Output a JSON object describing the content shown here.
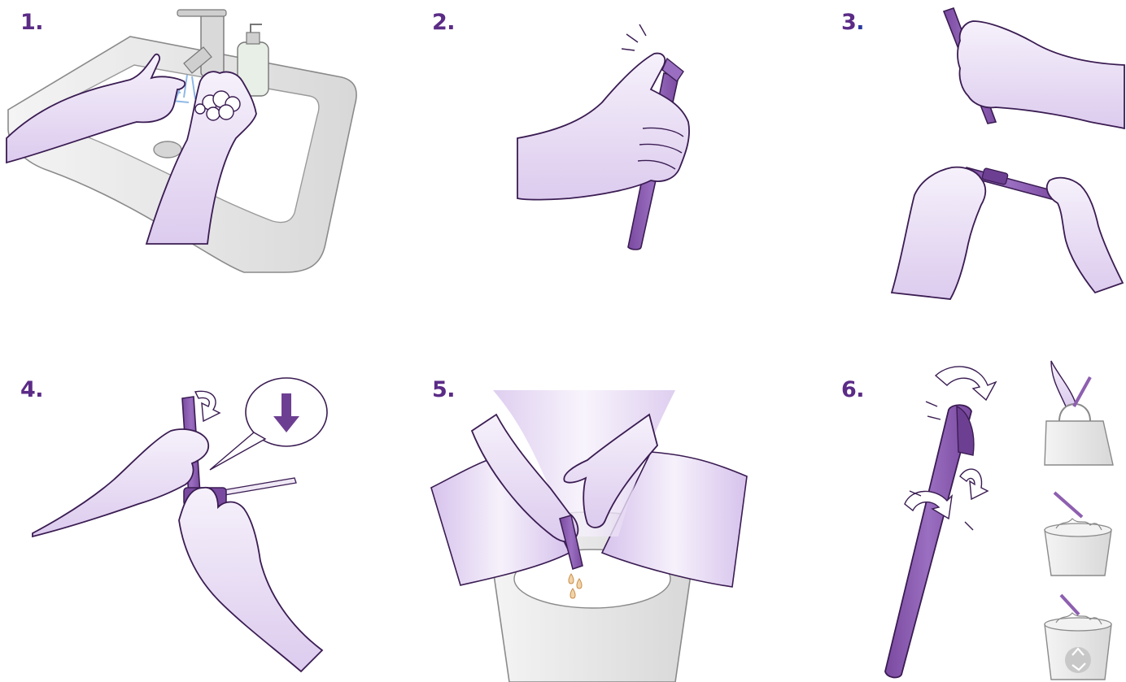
{
  "steps": [
    {
      "label": "1."
    },
    {
      "label": "2."
    },
    {
      "label": "3",
      "label_suffix": "."
    },
    {
      "label": "4."
    },
    {
      "label": "5."
    },
    {
      "label": "6."
    }
  ],
  "colors": {
    "step_label": "#5b2b86",
    "step3_dot": "#2b3a9e",
    "device_purple": "#8e5fb0",
    "device_dark": "#6d3f92",
    "outline": "#3a1c52",
    "skin_light": "#f4eefa",
    "skin_shade": "#d9c8ea",
    "gray_object": "#e6e6e6",
    "gray_outline": "#8a8a8a",
    "water_blue": "#8fb8e8"
  },
  "icons": [
    "sink-icon",
    "soap-bottle-icon",
    "faucet-icon",
    "hand-icon",
    "collection-device-icon",
    "rotate-arrow-icon",
    "down-arrow-icon",
    "toilet-icon",
    "handbag-icon",
    "trash-bin-icon",
    "recycle-icon"
  ]
}
